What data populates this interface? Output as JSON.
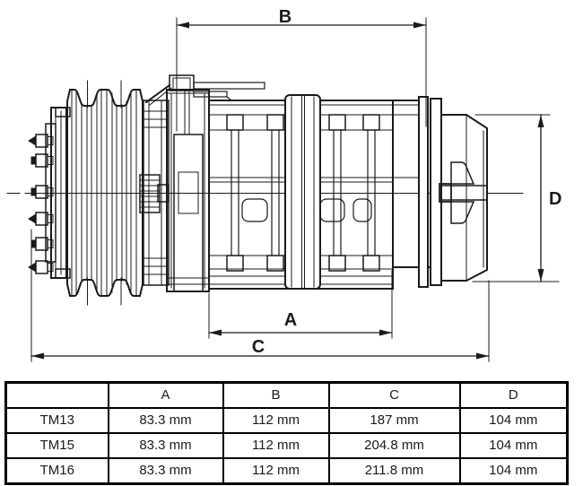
{
  "diagram": {
    "dimension_labels": {
      "a": "A",
      "b": "B",
      "c": "C",
      "d": "D"
    },
    "line_color": "#1b1b1b"
  },
  "table": {
    "headers": {
      "model": "",
      "a": "A",
      "b": "B",
      "c": "C",
      "d": "D"
    },
    "rows": [
      {
        "model": "TM13",
        "a": "83.3 mm",
        "b": "112 mm",
        "c": "187 mm",
        "d": "104 mm"
      },
      {
        "model": "TM15",
        "a": "83.3 mm",
        "b": "112 mm",
        "c": "204.8 mm",
        "d": "104 mm"
      },
      {
        "model": "TM16",
        "a": "83.3 mm",
        "b": "112 mm",
        "c": "211.8 mm",
        "d": "104 mm"
      }
    ]
  }
}
